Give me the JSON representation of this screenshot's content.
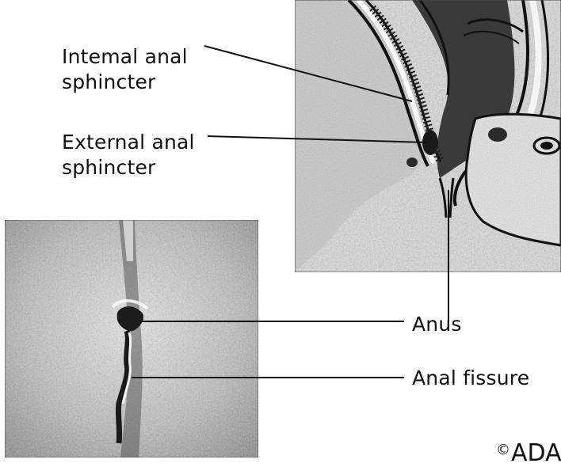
{
  "labels": {
    "internal_line1": "Intemal anal",
    "internal_line2": "sphincter",
    "external_line1": "External anal",
    "external_line2": "sphincter",
    "anus": "Anus",
    "anal_fissure": "Anal fissure"
  },
  "copyright": {
    "symbol": "©",
    "text": "ADA"
  },
  "colors": {
    "line": "#111111",
    "illustration_light": "#d6d6d6",
    "illustration_dark": "#2a2a2a",
    "background": "#ffffff"
  }
}
